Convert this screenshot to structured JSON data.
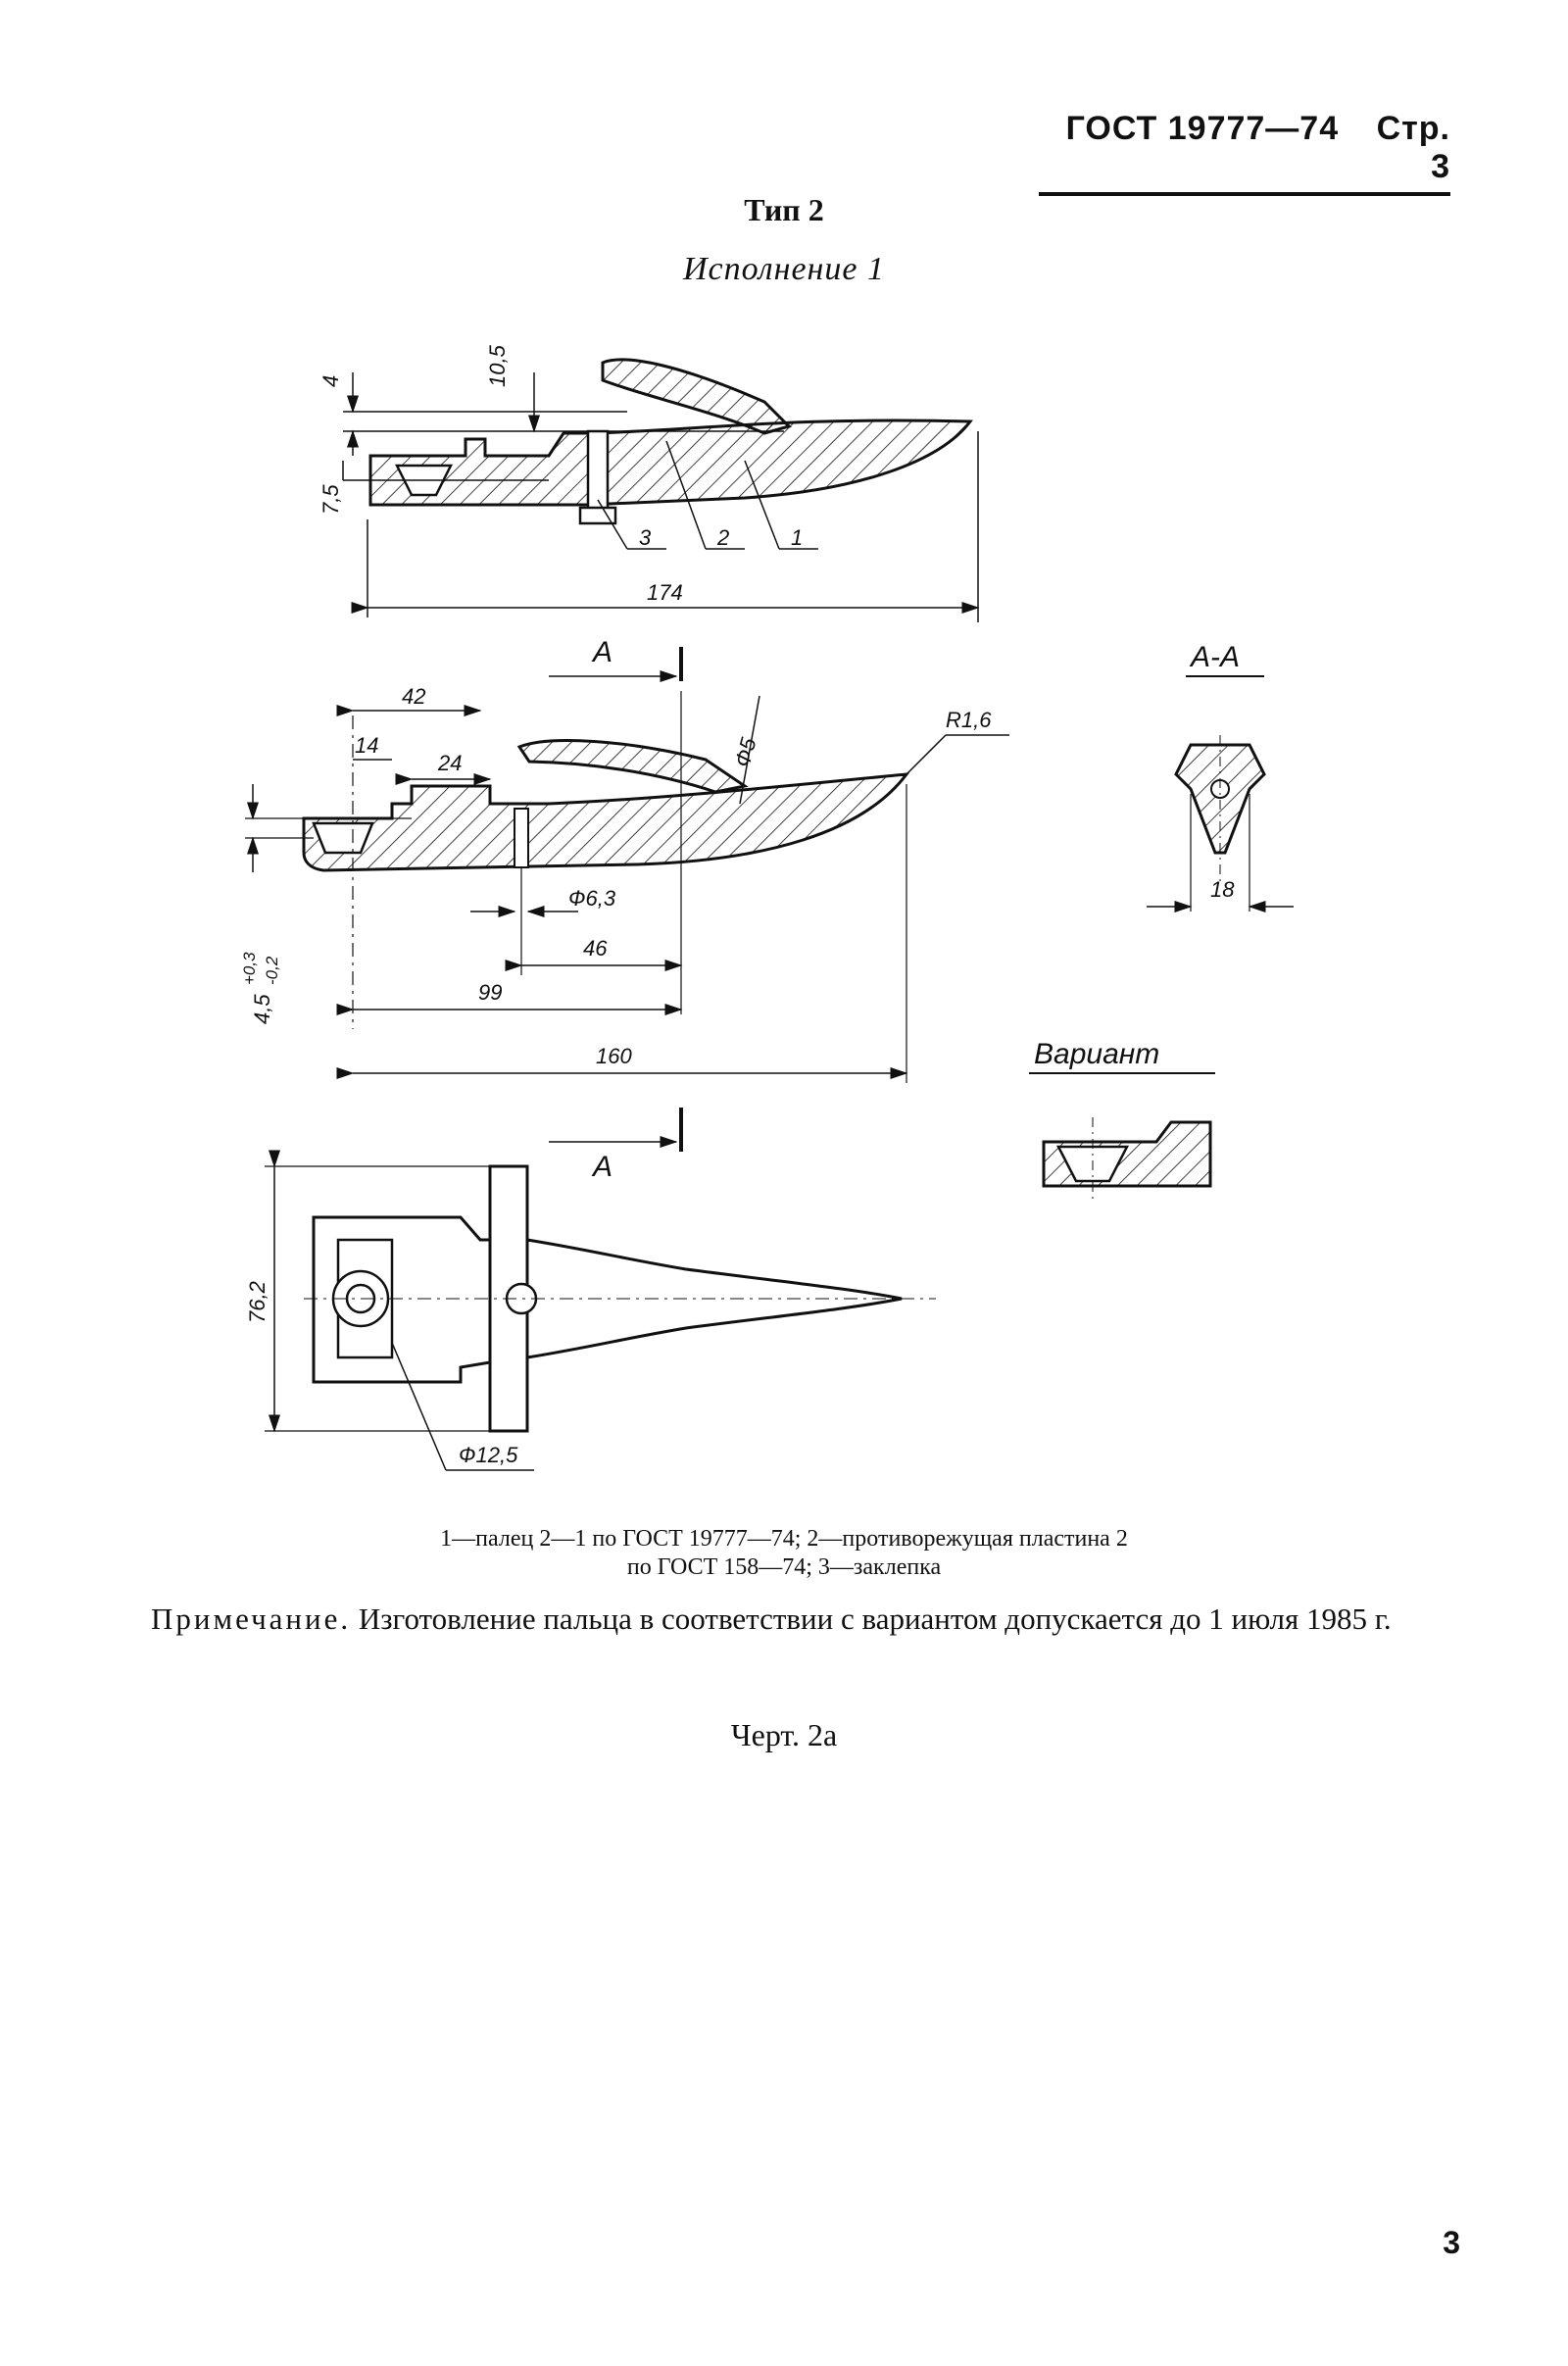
{
  "header": {
    "standard": "ГОСТ 19777—74",
    "page_label": "Стр. 3"
  },
  "type_title": "Тип 2",
  "variant_title": "Исполнение 1",
  "drawing": {
    "dims_side": [
      "4",
      "10,5",
      "7,5",
      "174"
    ],
    "part_labels": [
      "3",
      "2",
      "1"
    ],
    "dims_middle": [
      "42",
      "14",
      "24",
      "Ф5",
      "R1,6",
      "Ф6,3",
      "46",
      "99",
      "160"
    ],
    "tolerance_main": "4,5",
    "tolerance_upper": "+0,3",
    "tolerance_lower": "-0,2",
    "section_mark": "А",
    "section_title": "А-А",
    "section_dim": "18",
    "variant_label": "Вариант",
    "dims_top": [
      "76,2",
      "Ф12,5"
    ]
  },
  "legend": {
    "line1": "1—палец 2—1 по ГОСТ 19777—74; 2—противорежущая пластина 2",
    "line2": "по ГОСТ 158—74; 3—заклепка"
  },
  "note": {
    "label": "Примечание.",
    "text": " Изготовление пальца в соответствии с вариантом допускается до 1 июля 1985 г."
  },
  "figure_caption": "Черт. 2а",
  "page_number": "3"
}
